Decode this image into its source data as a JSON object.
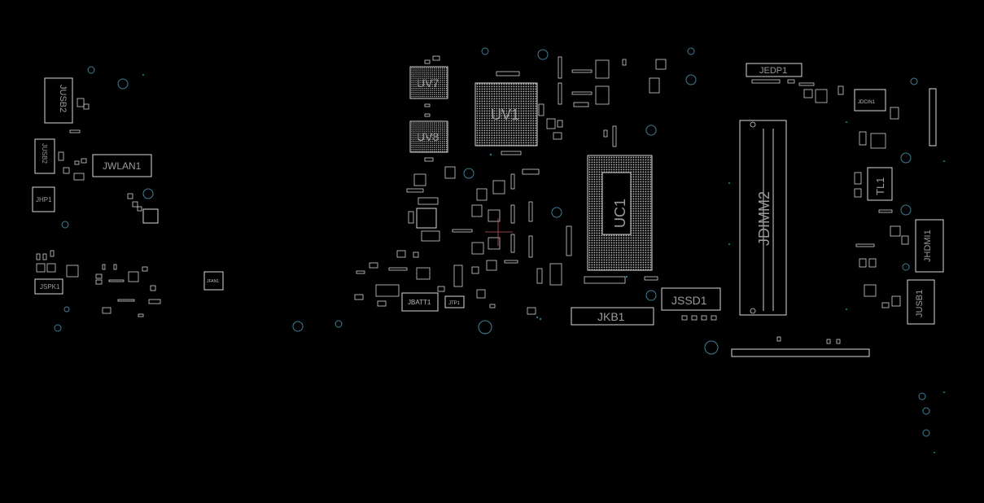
{
  "connectors": {
    "jusb2": "JUSB2",
    "jusb2b": "JUSB2",
    "jwlan1": "JWLAN1",
    "jhp1": "JHP1",
    "jspk1": "JSPK1",
    "jfan1": "JFAN1",
    "jbatt1": "JBATT1",
    "jtp1": "JTP1",
    "jkb1": "JKB1",
    "jssd1": "JSSD1",
    "jedp1": "JEDP1",
    "jdimm2": "JDIMM2",
    "jdcin1": "JDCIN1",
    "jhdmi1": "JHDMI1",
    "jusb1": "JUSB1",
    "tl1": "TL1"
  },
  "chips": {
    "uv7": "UV7",
    "uv8": "UV8",
    "uv1": "UV1",
    "uc1": "UC1"
  },
  "colors": {
    "background": "#000000",
    "silkscreen": "#d8d8d8",
    "label": "#9a9a9a",
    "mounting_hole": "#3f7f96"
  }
}
